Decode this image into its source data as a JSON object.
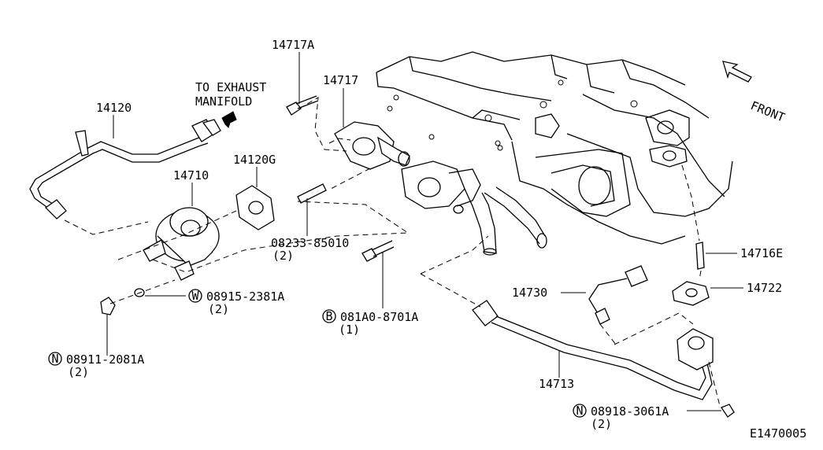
{
  "diagram": {
    "callouts": {
      "p14717A": "14717A",
      "p14717": "14717",
      "p14120": "14120",
      "to_exhaust_1": "TO EXHAUST",
      "to_exhaust_2": "MANIFOLD",
      "p14120G": "14120G",
      "p14710": "14710",
      "p08233": "08233-85010",
      "p08233_qty": "(2)",
      "p08915": "08915-2381A",
      "p08915_qty": "(2)",
      "p08915_prefix": "W",
      "p081A0": "081A0-8701A",
      "p081A0_qty": "(1)",
      "p081A0_prefix": "B",
      "p08911": "08911-2081A",
      "p08911_qty": "(2)",
      "p08911_prefix": "N",
      "p14716E": "14716E",
      "p14722": "14722",
      "p14730": "14730",
      "p14713": "14713",
      "p08918": "08918-3061A",
      "p08918_qty": "(2)",
      "p08918_prefix": "N",
      "front": "FRONT",
      "figure_code": "E1470005"
    }
  }
}
